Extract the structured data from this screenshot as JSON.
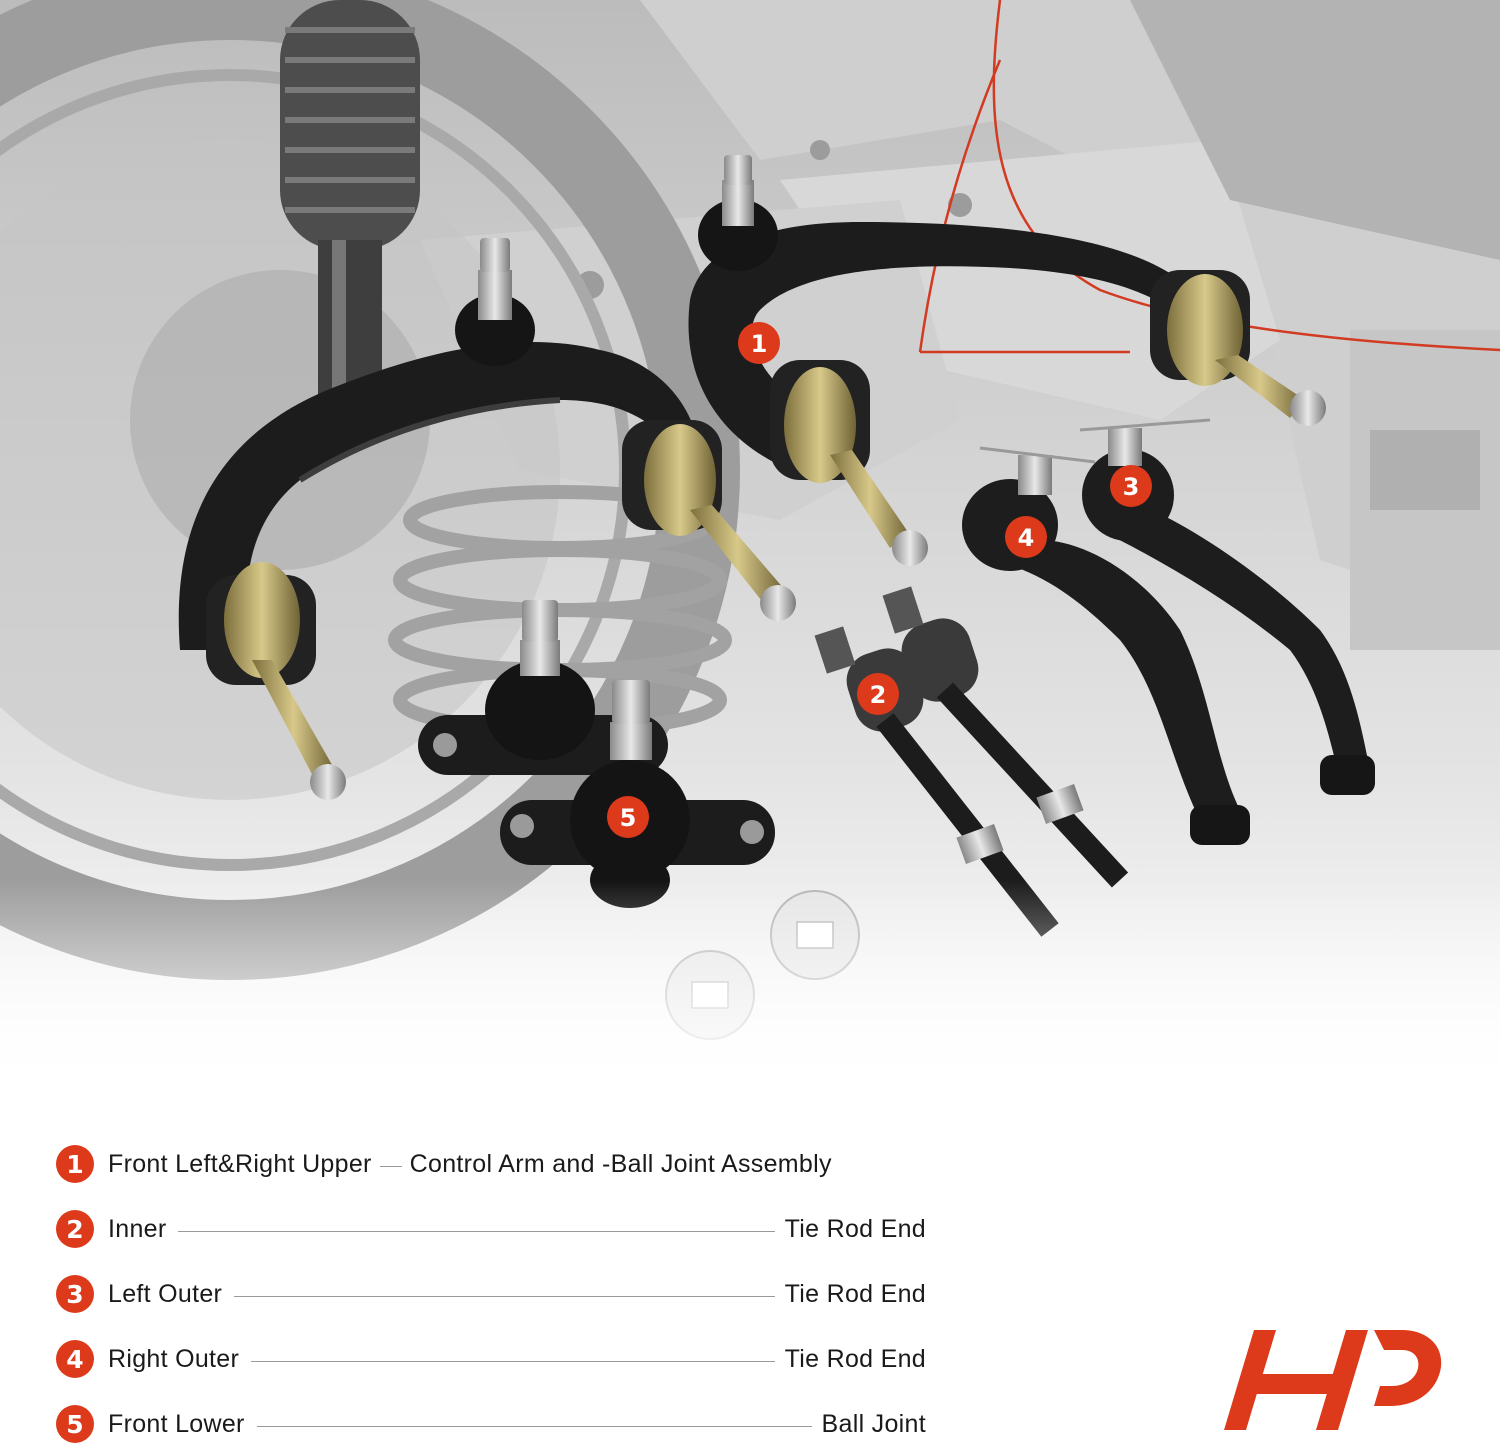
{
  "parts": [
    {
      "number": "1",
      "label": "Front Left&Right Upper",
      "description": "Control Arm and -Ball Joint Assembly"
    },
    {
      "number": "2",
      "label": "Inner",
      "description": "Tie Rod End"
    },
    {
      "number": "3",
      "label": "Left Outer",
      "description": "Tie Rod End"
    },
    {
      "number": "4",
      "label": "Right Outer",
      "description": "Tie Rod End"
    },
    {
      "number": "5",
      "label": "Front Lower",
      "description": "Ball Joint"
    }
  ],
  "callouts": [
    "1",
    "2",
    "3",
    "4",
    "5"
  ],
  "colors": {
    "accent": "#dd3a1c",
    "background": "#ffffff",
    "part_black": "#1c1c1c",
    "bushing_gold": "#b6a566"
  },
  "logo": {
    "icon": "brand-logo-icon"
  }
}
